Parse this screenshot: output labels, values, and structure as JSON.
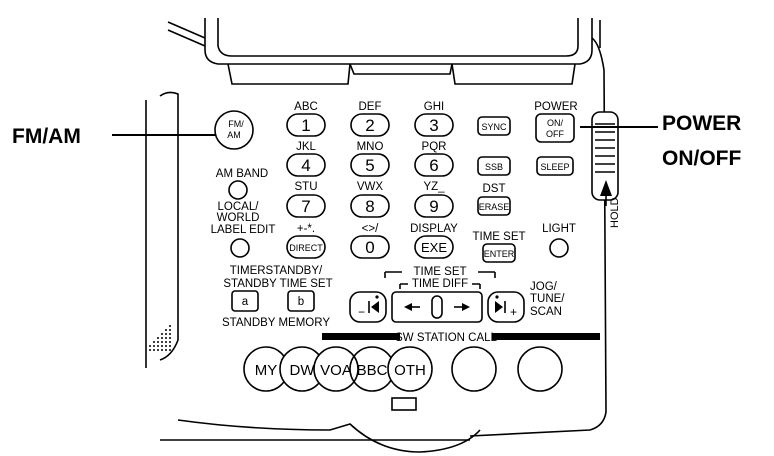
{
  "callouts": {
    "fm_am": "FM/AM",
    "power_line1": "POWER",
    "power_line2": "ON/OFF"
  },
  "row_labels": {
    "abc": "ABC",
    "def": "DEF",
    "ghi": "GHI",
    "power": "POWER",
    "jkl": "JKL",
    "mno": "MNO",
    "pqr": "PQR",
    "stu": "STU",
    "vwx": "VWX",
    "yz": "YZ_",
    "dst": "DST",
    "symbols": "+-*.",
    "brackets": "<>/",
    "display": "DISPLAY",
    "time_set_side": "TIME SET",
    "light": "LIGHT",
    "am_band": "AM BAND",
    "local_world_1": "LOCAL/",
    "local_world_2": "WORLD",
    "label_edit": "LABEL EDIT",
    "timer_standby_1": "TIMERSTANDBY/",
    "timer_standby_2": "STANDBY TIME SET",
    "standby_memory": "STANDBY MEMORY",
    "time_set_top": "TIME SET",
    "time_diff": "TIME DIFF",
    "jog_1": "JOG/",
    "jog_2": "TUNE/",
    "jog_3": "SCAN",
    "sw_station_call": "SW STATION CALL",
    "hold": "HOLD"
  },
  "keys": {
    "fm_am_1": "FM/",
    "fm_am_2": "AM",
    "k1": "1",
    "k2": "2",
    "k3": "3",
    "k4": "4",
    "k5": "5",
    "k6": "6",
    "k7": "7",
    "k8": "8",
    "k9": "9",
    "k0": "0",
    "sync": "SYNC",
    "ssb": "SSB",
    "sleep": "SLEEP",
    "on_off_1": "ON/",
    "on_off_2": "OFF",
    "erase": "ERASE",
    "direct": "DIRECT",
    "exe": "EXE",
    "enter": "ENTER",
    "a": "a",
    "b": "b",
    "minus": "−",
    "plus": "+"
  },
  "station_buttons": [
    "MY",
    "DW",
    "VOA",
    "BBC",
    "OTH"
  ]
}
